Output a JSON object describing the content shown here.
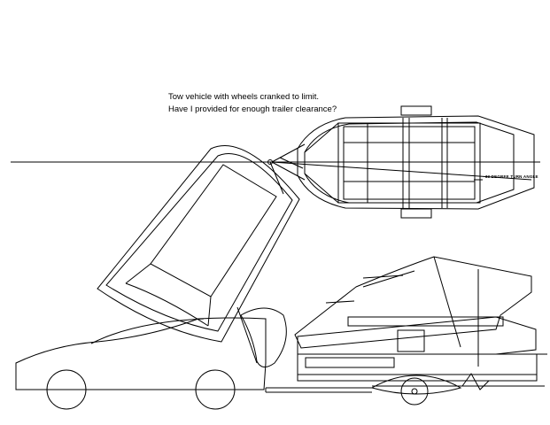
{
  "annotations": {
    "line1": "Tow vehicle with wheels cranked to limit.",
    "line2": "Have I provided for enough trailer clearance?"
  },
  "labels": {
    "turn_angle": "~33 DEGREE TURN ANGLE"
  },
  "colors": {
    "line": "#000000",
    "background": "#ffffff"
  }
}
